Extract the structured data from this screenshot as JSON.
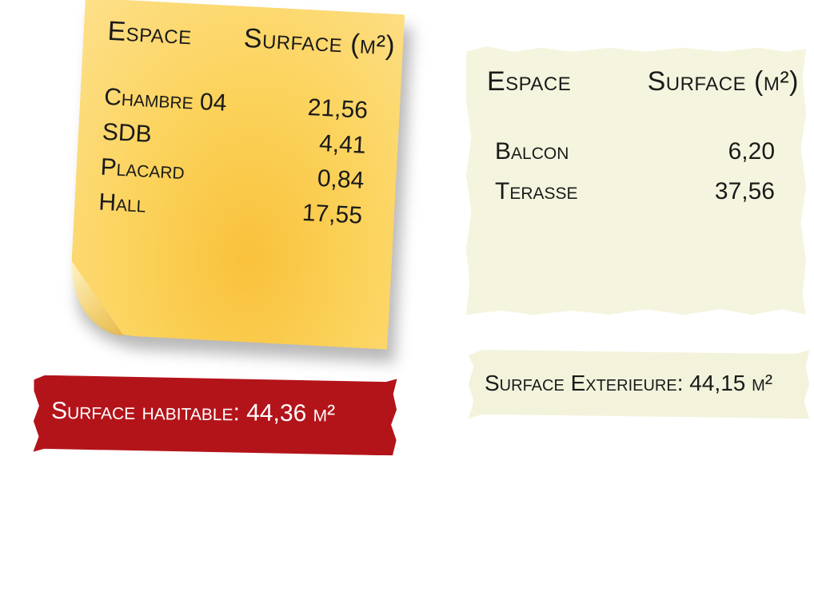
{
  "interior_note": {
    "header_space": "Espace",
    "header_area": "Surface (m²)",
    "rows": [
      {
        "name": "Chambre 04",
        "value": "21,56"
      },
      {
        "name": "SDB",
        "value": "4,41"
      },
      {
        "name": "Placard",
        "value": "0,84"
      },
      {
        "name": "Hall",
        "value": "17,55"
      }
    ]
  },
  "exterior_note": {
    "header_space": "Espace",
    "header_area": "Surface (m²)",
    "rows": [
      {
        "name": "Balcon",
        "value": "6,20"
      },
      {
        "name": "Terasse",
        "value": "37,56"
      }
    ]
  },
  "habitable_label": "Surface habitable: 44,36 m²",
  "exterior_label": "Surface Exterieure: 44,15 m²",
  "colors": {
    "sticky_yellow": "#fbd25a",
    "red_tape": "#b3141a",
    "pale_paper": "#f5f5df"
  }
}
